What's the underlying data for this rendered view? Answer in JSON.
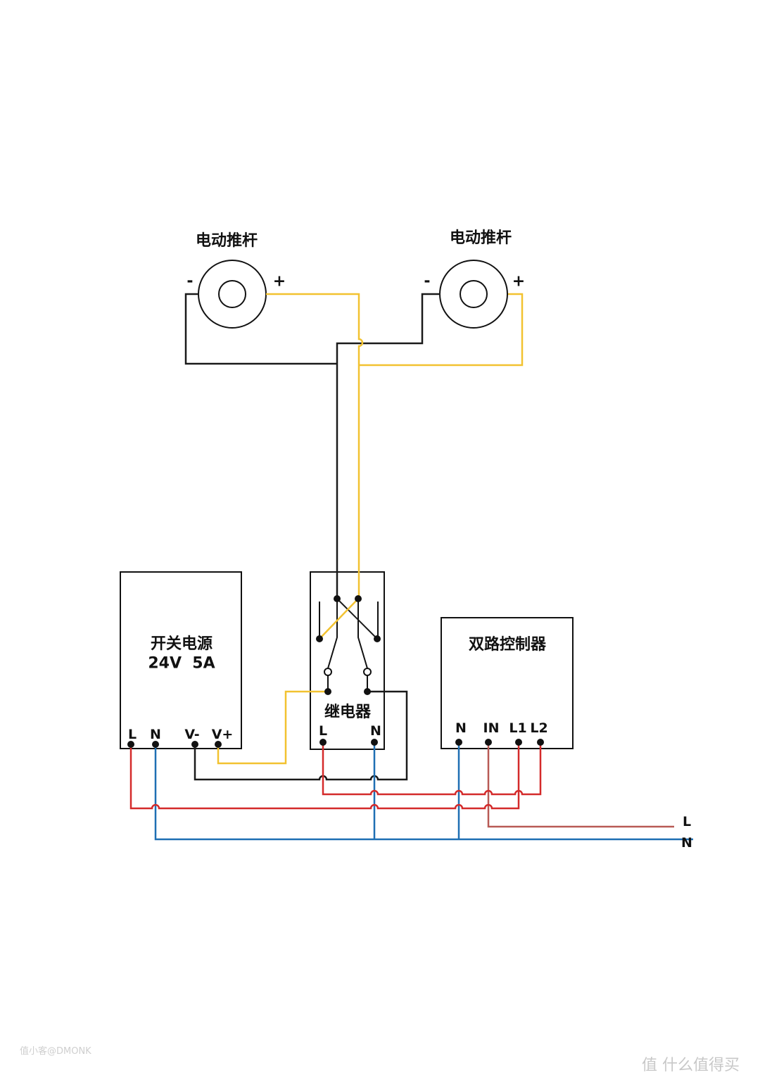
{
  "actuators": [
    {
      "label": "电动推杆",
      "minus": "-",
      "plus": "+"
    },
    {
      "label": "电动推杆",
      "minus": "-",
      "plus": "+"
    }
  ],
  "power_supply": {
    "label": "开关电源",
    "spec": "24V  5A",
    "terminals": [
      "L",
      "N",
      "V-",
      "V+"
    ]
  },
  "relay": {
    "label": "继电器",
    "terminals": [
      "L",
      "N"
    ]
  },
  "controller": {
    "label": "双路控制器",
    "terminals": [
      "N",
      "IN",
      "L1",
      "L2"
    ]
  },
  "mains": {
    "L": "L",
    "N": "N"
  },
  "watermarks": {
    "left": "值小客@DMONK",
    "right": "值 什么值得买"
  },
  "colors": {
    "live": "#d42a2a",
    "neutral": "#1e6fb3",
    "dc_positive": "#f2c230",
    "dc_negative": "#1a1a1a",
    "switched_input": "#b85a55"
  }
}
